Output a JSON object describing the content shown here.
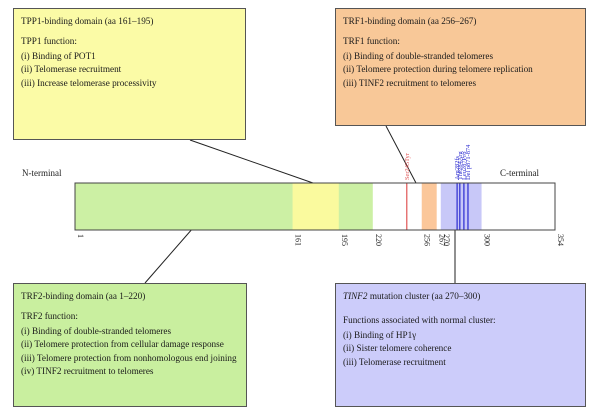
{
  "colors": {
    "trf2_region": "#ccf0a4",
    "tpp1_region": "#fafa9e",
    "trf1_region": "#fbc79a",
    "tinf2_region": "#c8c8f8",
    "mutation_red": "#e05555",
    "mutation_blue": "#2a2ad0",
    "box_tpp1": "#fbfba6",
    "box_trf1": "#f8c898",
    "box_trf2": "#c9ef9f",
    "box_tinf2": "#ccccfa"
  },
  "protein": {
    "n_label": "N-terminal",
    "c_label": "C-terminal",
    "length": 354,
    "domains": [
      {
        "name": "trf2",
        "start": 1,
        "end": 220
      },
      {
        "name": "tpp1",
        "start": 161,
        "end": 195
      },
      {
        "name": "trf1",
        "start": 256,
        "end": 267
      },
      {
        "name": "tinf2",
        "start": 270,
        "end": 300
      }
    ],
    "ticks": [
      "1",
      "161",
      "195",
      "220",
      "256",
      "267",
      "270",
      "300",
      "354"
    ],
    "red_mutation": {
      "label": "Ser245Tyr",
      "pos": 245
    },
    "blue_mutations": [
      {
        "label": "Arg282fs",
        "pos": 282
      },
      {
        "label": "Thr284Arg",
        "pos": 284
      },
      {
        "label": "Leu287Pro",
        "pos": 287
      },
      {
        "label": "Del p871-874",
        "pos": 290
      }
    ]
  },
  "boxes": {
    "tpp1": {
      "title": "TPP1-binding domain (aa 161–195)",
      "subtitle": "TPP1 function:",
      "items": [
        {
          "idx": "(i)",
          "text": "Binding of POT1"
        },
        {
          "idx": "(ii)",
          "text": "Telomerase recruitment"
        },
        {
          "idx": "(iii)",
          "text": "Increase telomerase processivity"
        }
      ]
    },
    "trf1": {
      "title": "TRF1-binding domain (aa 256–267)",
      "subtitle": "TRF1 function:",
      "items": [
        {
          "idx": "(i)",
          "text": "Binding of double-stranded telomeres"
        },
        {
          "idx": "(ii)",
          "text": "Telomere protection during telomere replication"
        },
        {
          "idx": "(iii)",
          "text": "TINF2 recruitment to telomeres"
        }
      ]
    },
    "trf2": {
      "title": "TRF2-binding domain (aa 1–220)",
      "subtitle": "TRF2 function:",
      "items": [
        {
          "idx": "(i)",
          "text": "Binding of double-stranded telomeres"
        },
        {
          "idx": "(ii)",
          "text": "Telomere protection from cellular damage response"
        },
        {
          "idx": "(iii)",
          "text": "Telomere protection from nonhomologous end joining"
        },
        {
          "idx": "(iv)",
          "text": "TINF2 recruitment to telomeres"
        }
      ]
    },
    "tinf2": {
      "title_italic": "TINF2",
      "title_rest": " mutation cluster (aa 270–300)",
      "subtitle": "Functions associated with normal cluster:",
      "items": [
        {
          "idx": "(i)",
          "text": "Binding of HP1γ"
        },
        {
          "idx": "(ii)",
          "text": "Sister telomere coherence"
        },
        {
          "idx": "(iii)",
          "text": "Telomerase recruitment"
        }
      ]
    }
  }
}
